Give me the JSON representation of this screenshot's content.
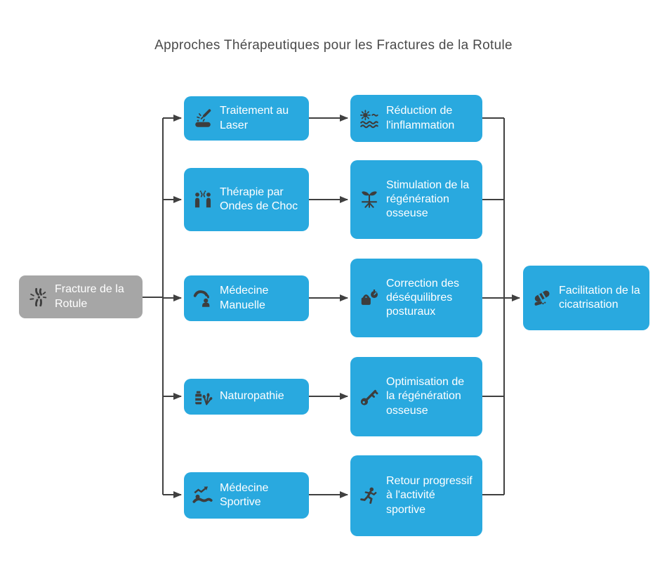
{
  "title": "Approches Thérapeutiques pour les Fractures de la Rotule",
  "colors": {
    "node_blue": "#29a9df",
    "node_gray": "#a6a6a6",
    "icon_dark": "#3d3d3d",
    "line": "#404040",
    "title_text": "#4a4a4a",
    "node_text": "#ffffff",
    "background": "#ffffff"
  },
  "root": {
    "label": "Fracture de la Rotule",
    "icon": "bone-fracture-icon"
  },
  "treatments": [
    {
      "label": "Traitement au Laser",
      "icon": "laser-icon"
    },
    {
      "label": "Thérapie par Ondes de Choc",
      "icon": "shockwave-icon"
    },
    {
      "label": "Médecine Manuelle",
      "icon": "manual-therapy-icon"
    },
    {
      "label": "Naturopathie",
      "icon": "naturopathy-icon"
    },
    {
      "label": "Médecine Sportive",
      "icon": "sports-medicine-icon"
    }
  ],
  "outcomes": [
    {
      "label": "Réduction de l'inflammation",
      "icon": "sun-waves-icon"
    },
    {
      "label": "Stimulation de la régénération osseuse",
      "icon": "sprout-icon"
    },
    {
      "label": "Correction des déséquilibres posturaux",
      "icon": "weight-scale-icon"
    },
    {
      "label": "Optimisation de la régénération osseuse",
      "icon": "key-icon"
    },
    {
      "label": "Retour progressif à l'activité sportive",
      "icon": "runner-icon"
    }
  ],
  "result": {
    "label": "Facilitation de la cicatrisation",
    "icon": "bandage-icon"
  },
  "edges": [
    {
      "from": "Fracture de la Rotule",
      "to": "Traitement au Laser"
    },
    {
      "from": "Fracture de la Rotule",
      "to": "Thérapie par Ondes de Choc"
    },
    {
      "from": "Fracture de la Rotule",
      "to": "Médecine Manuelle"
    },
    {
      "from": "Fracture de la Rotule",
      "to": "Naturopathie"
    },
    {
      "from": "Fracture de la Rotule",
      "to": "Médecine Sportive"
    },
    {
      "from": "Traitement au Laser",
      "to": "Réduction de l'inflammation"
    },
    {
      "from": "Thérapie par Ondes de Choc",
      "to": "Stimulation de la régénération osseuse"
    },
    {
      "from": "Médecine Manuelle",
      "to": "Correction des déséquilibres posturaux"
    },
    {
      "from": "Naturopathie",
      "to": "Optimisation de la régénération osseuse"
    },
    {
      "from": "Médecine Sportive",
      "to": "Retour progressif à l'activité sportive"
    },
    {
      "from": "Réduction de l'inflammation",
      "to": "Facilitation de la cicatrisation"
    },
    {
      "from": "Stimulation de la régénération osseuse",
      "to": "Facilitation de la cicatrisation"
    },
    {
      "from": "Correction des déséquilibres posturaux",
      "to": "Facilitation de la cicatrisation"
    },
    {
      "from": "Optimisation de la régénération osseuse",
      "to": "Facilitation de la cicatrisation"
    },
    {
      "from": "Retour progressif à l'activité sportive",
      "to": "Facilitation de la cicatrisation"
    }
  ]
}
